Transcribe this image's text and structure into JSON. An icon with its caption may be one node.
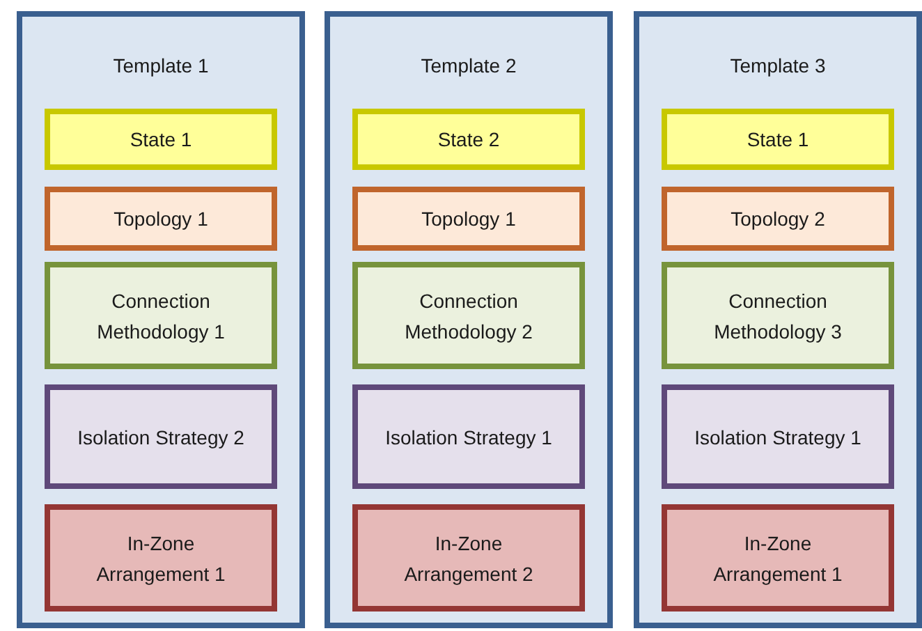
{
  "diagram": {
    "nodes": [
      {
        "text": [
          "Template 1"
        ]
      },
      {
        "text": [
          "State 1"
        ],
        "in": 0
      },
      {
        "text": [
          "Topology 1"
        ],
        "in": 0
      },
      {
        "text": [
          "Connection Methodology 1"
        ],
        "in": 0
      },
      {
        "text": [
          "Isolation Strategy 2"
        ],
        "in": 0
      },
      {
        "text": [
          "In-Zone Arrangement 1"
        ],
        "in": 0
      },
      {
        "text": [
          "Template 2"
        ]
      },
      {
        "text": [
          "State 2"
        ],
        "in": 6
      },
      {
        "text": [
          "Topology 1"
        ],
        "in": 6
      },
      {
        "text": [
          "Connection Methodology 2"
        ],
        "in": 6
      },
      {
        "text": [
          "Isolation Strategy 1"
        ],
        "in": 6
      },
      {
        "text": [
          "In-Zone Arrangement 2"
        ],
        "in": 6
      },
      {
        "text": [
          "Template 3"
        ]
      },
      {
        "text": [
          "State 1"
        ],
        "in": 12
      },
      {
        "text": [
          "Topology 2"
        ],
        "in": 12
      },
      {
        "text": [
          "Connection Methodology 3"
        ],
        "in": 12
      },
      {
        "text": [
          "Isolation Strategy 1"
        ],
        "in": 12
      },
      {
        "text": [
          "In-Zone Arrangement 1"
        ],
        "in": 12
      }
    ]
  }
}
